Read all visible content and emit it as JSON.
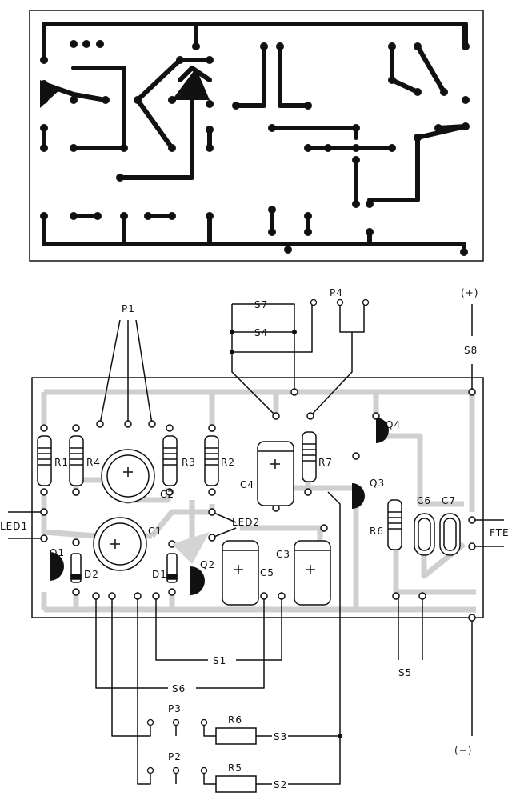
{
  "labels": {
    "p1": "P1",
    "p2": "P2",
    "p3": "P3",
    "p4": "P4",
    "s1": "S1",
    "s2": "S2",
    "s3": "S3",
    "s4": "S4",
    "s5": "S5",
    "s6": "S6",
    "s7": "S7",
    "s8": "S8",
    "r1": "R1",
    "r2": "R2",
    "r3": "R3",
    "r4": "R4",
    "r5": "R5",
    "r6": "R6",
    "r7": "R7",
    "r5b": "R5",
    "r6b": "R6",
    "c1": "C1",
    "c2": "C2",
    "c3": "C3",
    "c4": "C4",
    "c5": "C5",
    "c6": "C6",
    "c7": "C7",
    "q1": "Q1",
    "q2": "Q2",
    "q3": "Q3",
    "q4": "Q4",
    "d1": "D1",
    "d2": "D2",
    "led1": "LED1",
    "led2": "LED2",
    "fte": "FTE",
    "plus": "(+)",
    "minus": "(−)"
  }
}
